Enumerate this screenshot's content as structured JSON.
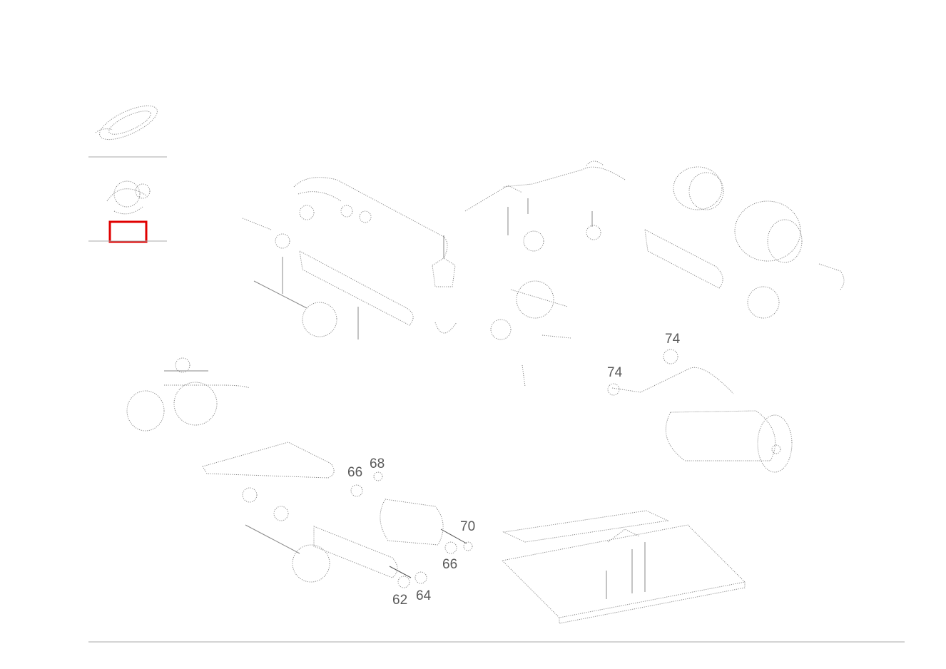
{
  "callouts": {
    "c74a": "74",
    "c74b": "74",
    "c66a": "66",
    "c68": "68",
    "c70": "70",
    "c66b": "66",
    "c62": "62",
    "c64": "64"
  },
  "colors": {
    "highlight": "#e00000",
    "line": "#8a8a8a"
  }
}
